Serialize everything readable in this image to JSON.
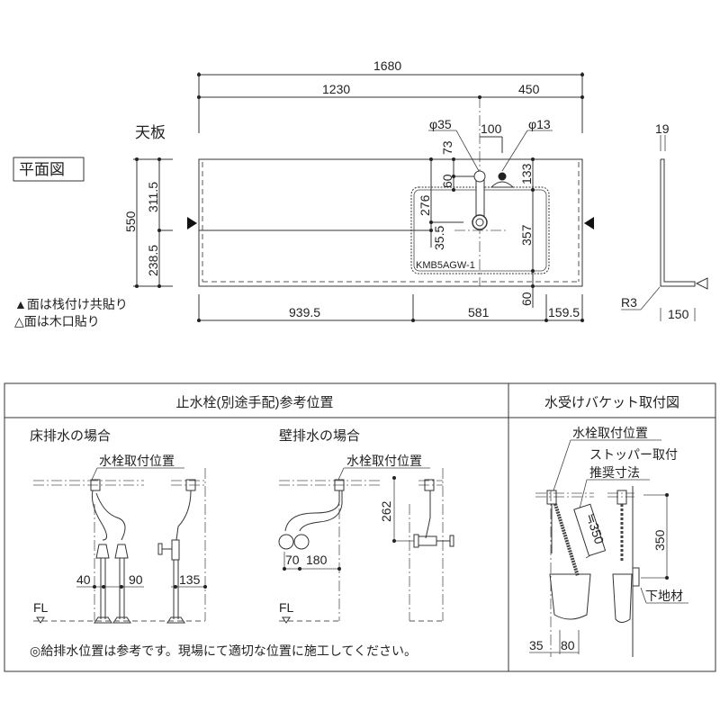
{
  "plan": {
    "label": "平面図",
    "title": "天板",
    "dims": {
      "total_width": "1680",
      "left_to_center": "1230",
      "center_to_right": "450",
      "faucet_hole": "φ35",
      "faucet_spacing": "100",
      "small_hole": "φ13",
      "depth": "550",
      "front_depth": "311.5",
      "rear_depth": "238.5",
      "faucet_offset_73": "73",
      "faucet_offset_60": "60",
      "bowl_276": "276",
      "bowl_35_5": "35.5",
      "bowl_133": "133",
      "bowl_357": "357",
      "rear_60": "60",
      "bottom_left": "939.5",
      "bottom_bowl": "581",
      "bottom_right": "159.5",
      "thickness": "19",
      "radius": "R3",
      "edge": "150"
    },
    "bowl_model": "KMB5AGW-1",
    "notes": [
      "▲面は栈付け共貼り",
      "△面は木口貼り"
    ]
  },
  "stop_valve": {
    "header": "止水栓(別途手配)参考位置",
    "floor": {
      "title": "床排水の場合",
      "callout": "水栓取付位置",
      "dims": [
        "40",
        "90",
        "135"
      ],
      "fl": "FL"
    },
    "wall": {
      "title": "壁排水の場合",
      "callout": "水栓取付位置",
      "dims": [
        "70",
        "180",
        "262"
      ],
      "fl": "FL"
    },
    "note": "◎給排水位置は参考です。現場にて適切な位置に施工してください。"
  },
  "bucket": {
    "header": "水受けバケット取付図",
    "callout_faucet": "水栓取付位置",
    "callout_stopper_1": "ストッパー取付",
    "callout_stopper_2": "推奨寸法",
    "approx": "≒350",
    "height": "350",
    "base": "下地材",
    "dims": [
      "35",
      "80"
    ]
  }
}
